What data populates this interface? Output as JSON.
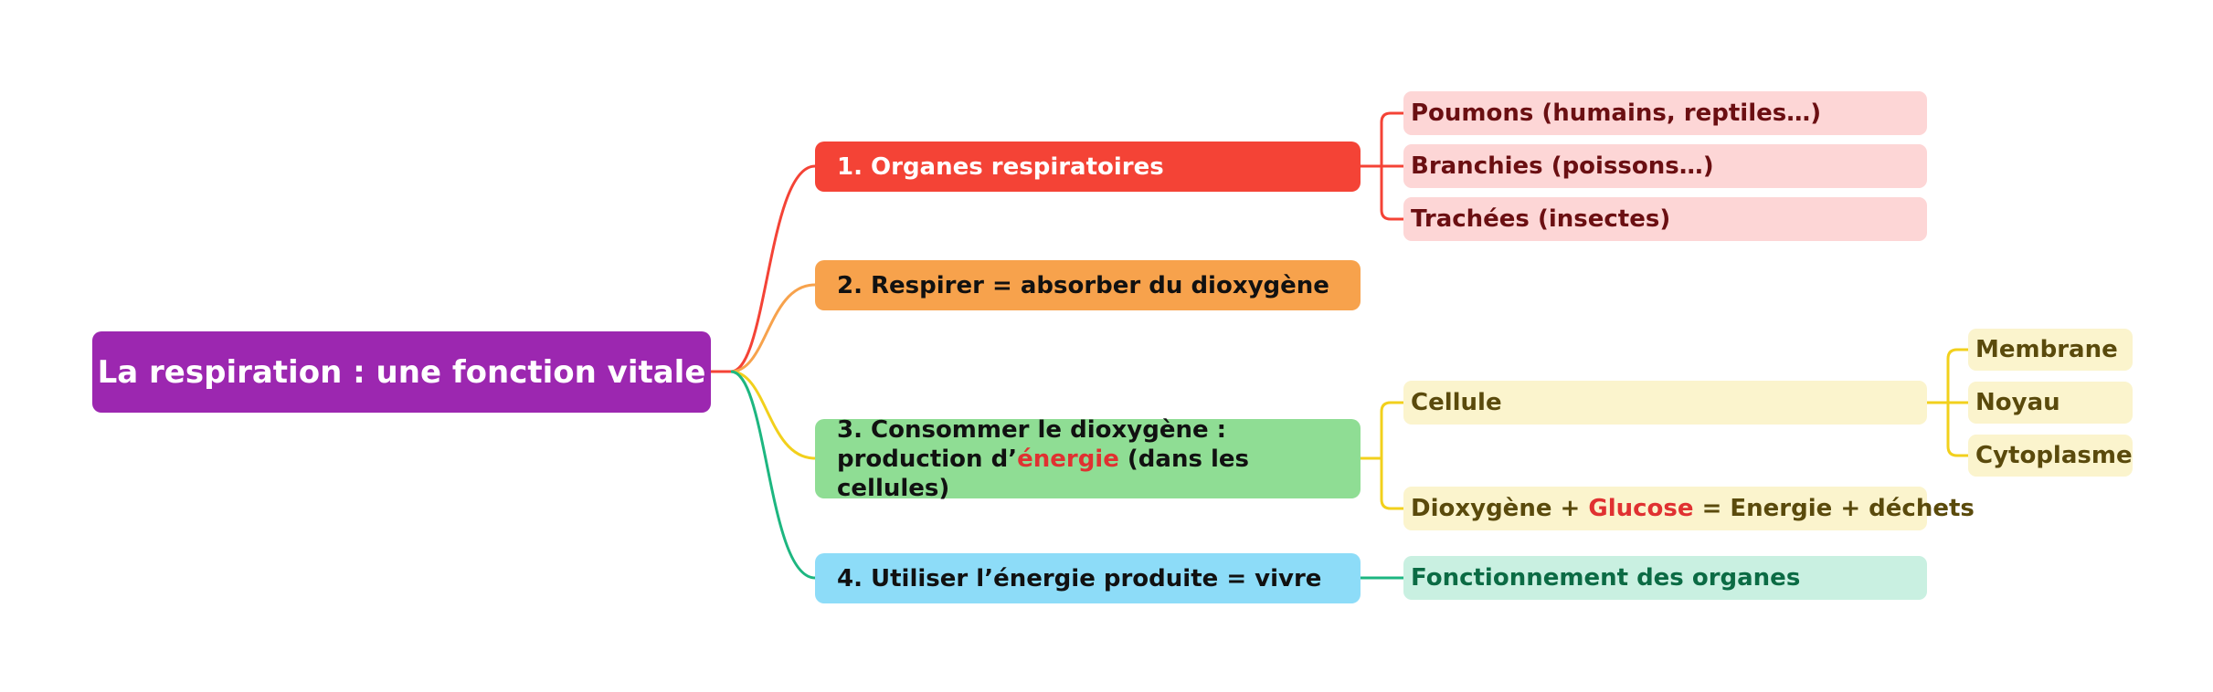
{
  "root": {
    "label": "La respiration : une fonction vitale",
    "color": "#9c27b0"
  },
  "branches": [
    {
      "label": "1. Organes respiratoires",
      "color": "#f44336",
      "children": [
        "Poumons (humains, reptiles…)",
        "Branchies (poissons…)",
        "Trachées (insectes)"
      ]
    },
    {
      "label": "2. Respirer = absorber du dioxygène",
      "color": "#f7a24c",
      "children": []
    },
    {
      "label_parts": {
        "before": "3. Consommer le dioxygène : production d’",
        "highlight": "énergie",
        "after": " (dans les cellules)"
      },
      "color": "#f2d01c",
      "children": [
        {
          "label": "Cellule",
          "children": [
            "Membrane",
            "Noyau",
            "Cytoplasme"
          ]
        },
        {
          "label_parts": {
            "before": "Dioxygène + ",
            "highlight": "Glucose",
            "after": " = Energie + déchets"
          }
        }
      ]
    },
    {
      "label": "4. Utiliser l’énergie produite = vivre",
      "color": "#1db680",
      "children": [
        "Fonctionnement des organes"
      ]
    }
  ],
  "highlight_color": "#e03131"
}
